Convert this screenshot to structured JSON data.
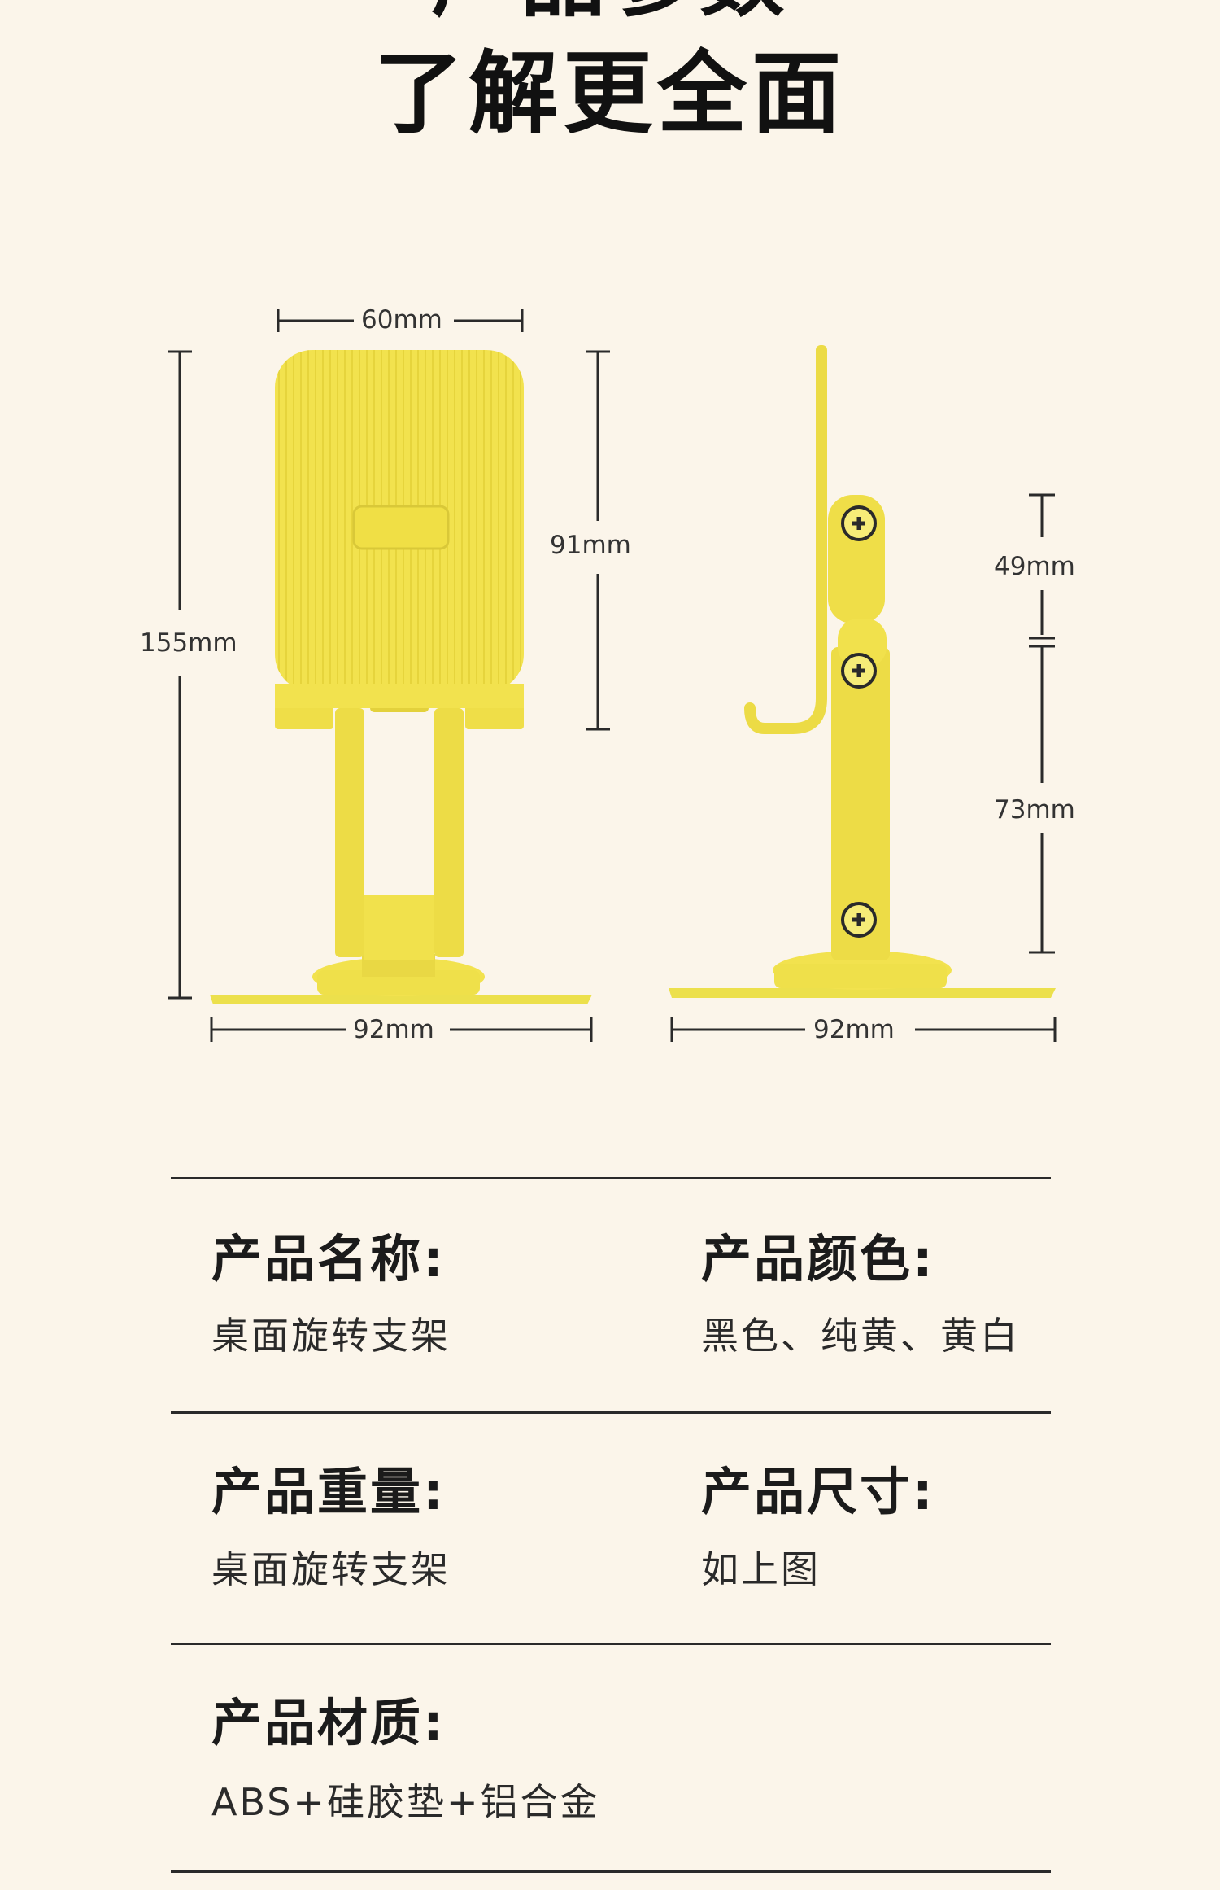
{
  "header": {
    "title_line1": "产品参数",
    "title_line2": "了解更全面"
  },
  "diagram": {
    "front": {
      "width_top": "60mm",
      "height_total": "155mm",
      "height_holder": "91mm",
      "width_base": "92mm"
    },
    "side": {
      "height_upper": "49mm",
      "height_lower": "73mm",
      "width_base": "92mm"
    },
    "product_color": "#f0e04a"
  },
  "specs": {
    "name": {
      "label": "产品名称:",
      "value": "桌面旋转支架"
    },
    "color": {
      "label": "产品颜色:",
      "value": "黑色、纯黄、黄白"
    },
    "weight": {
      "label": "产品重量:",
      "value": "桌面旋转支架"
    },
    "size": {
      "label": "产品尺寸:",
      "value": "如上图"
    },
    "material": {
      "label": "产品材质:",
      "value": "ABS+硅胶垫+铝合金"
    }
  }
}
